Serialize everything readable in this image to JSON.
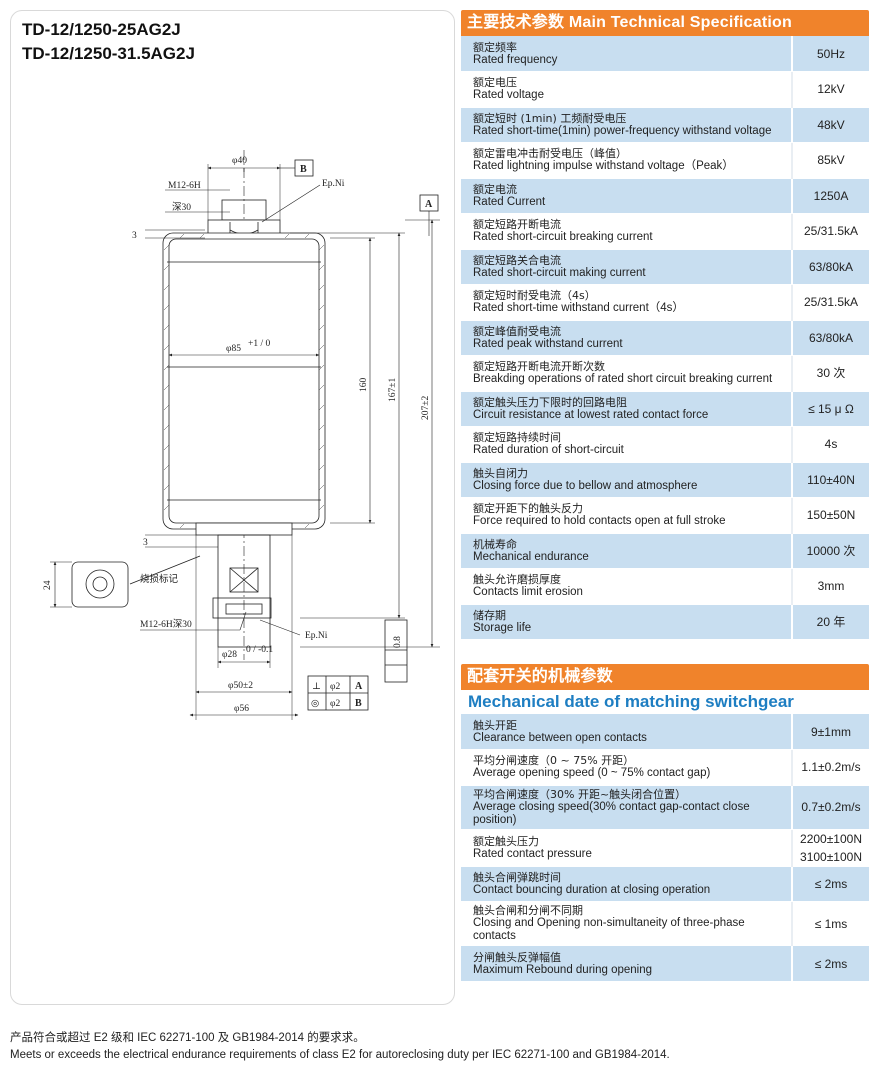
{
  "model_titles": [
    "TD-12/1250-25AG2J",
    "TD-12/1250-31.5AG2J"
  ],
  "drawing_labels": {
    "top_diameter": "φ40",
    "datum_b": "B",
    "datum_a": "A",
    "ep_ni_top": "Ep.Ni",
    "thread_top": "M12-6H",
    "depth_top": "深30",
    "dim_3_top": "3",
    "body_diameter": "φ85",
    "body_tol": "+1 / 0",
    "height_160": "160",
    "height_167": "167±1",
    "height_207": "207±2",
    "dim_3_bottom": "3",
    "dim_24": "24",
    "wear_mark": "烧损标记",
    "thread_bottom": "M12-6H深30",
    "ep_ni_bottom": "Ep.Ni",
    "shaft_diameter": "φ28",
    "shaft_tol": "0 / -0.1",
    "flatness": "0.8",
    "d50": "φ50±2",
    "d56": "φ56",
    "perp_symbol": "⊥",
    "perp_value": "φ2",
    "perp_datum": "A",
    "coax_symbol": "◎",
    "coax_value": "φ2",
    "coax_datum": "B"
  },
  "main_spec": {
    "title": "主要技术参数 Main Technical Specification",
    "rows": [
      {
        "zh": "额定频率",
        "en": "Rated frequency",
        "value": "50Hz"
      },
      {
        "zh": "额定电压",
        "en": "Rated voltage",
        "value": "12kV"
      },
      {
        "zh": "额定短时 (1min) 工频耐受电压",
        "en": "Rated short-time(1min) power-frequency withstand voltage",
        "value": "48kV"
      },
      {
        "zh": "额定雷电冲击耐受电压（峰值）",
        "en": "Rated lightning impulse withstand voltage（Peak）",
        "value": "85kV"
      },
      {
        "zh": "额定电流",
        "en": "Rated Current",
        "value": "1250A"
      },
      {
        "zh": "额定短路开断电流",
        "en": "Rated short-circuit breaking current",
        "value": "25/31.5kA"
      },
      {
        "zh": "额定短路关合电流",
        "en": "Rated short-circuit making current",
        "value": "63/80kA"
      },
      {
        "zh": "额定短时耐受电流（4s）",
        "en": "Rated short-time withstand current（4s）",
        "value": "25/31.5kA"
      },
      {
        "zh": "额定峰值耐受电流",
        "en": "Rated peak withstand current",
        "value": "63/80kA"
      },
      {
        "zh": "额定短路开断电流开断次数",
        "en": "Breakding operations of rated short circuit breaking current",
        "value": "30 次"
      },
      {
        "zh": "额定触头压力下限时的回路电阻",
        "en": "Circuit resistance at lowest rated contact force",
        "value": "≤ 15 μ Ω"
      },
      {
        "zh": "额定短路持续时间",
        "en": "Rated duration of short-circuit",
        "value": "4s"
      },
      {
        "zh": "触头自闭力",
        "en": "Closing force due to bellow and atmosphere",
        "value": "110±40N"
      },
      {
        "zh": "额定开距下的触头反力",
        "en": "Force required to hold contacts open at full stroke",
        "value": "150±50N"
      },
      {
        "zh": "机械寿命",
        "en": "Mechanical endurance",
        "value": "10000 次"
      },
      {
        "zh": "触头允许磨损厚度",
        "en": "Contacts limit erosion",
        "value": "3mm"
      },
      {
        "zh": "储存期",
        "en": "Storage life",
        "value": "20 年"
      }
    ]
  },
  "mech_spec": {
    "title": "配套开关的机械参数",
    "subtitle": "Mechanical date of matching switchgear",
    "rows": [
      {
        "zh": "触头开距",
        "en": "Clearance between open contacts",
        "value": "9±1mm"
      },
      {
        "zh": "平均分闸速度（0 ~ 75% 开距）",
        "en": "Average opening speed (0 ~ 75% contact gap)",
        "value": "1.1±0.2m/s"
      },
      {
        "zh": "平均合闸速度（30% 开距~触头闭合位置）",
        "en": "Average closing speed(30% contact gap-contact close position)",
        "value": "0.7±0.2m/s"
      },
      {
        "zh": "额定触头压力",
        "en": "Rated contact pressure",
        "value": "2200±100N",
        "value2": "3100±100N"
      },
      {
        "zh": "触头合闸弹跳时间",
        "en": "Contact bouncing duration at closing operation",
        "value": "≤ 2ms"
      },
      {
        "zh": "触头合闸和分闸不同期",
        "en": "Closing and Opening non-simultaneity of three-phase contacts",
        "value": "≤ 1ms"
      },
      {
        "zh": "分闸触头反弹幅值",
        "en": "Maximum Rebound during opening",
        "value": "≤ 2ms"
      }
    ]
  },
  "footnote": {
    "zh": "产品符合或超过 E2 级和 IEC 62271-100 及 GB1984-2014 的要求求。",
    "en": "Meets or exceeds the electrical endurance requirements of class E2 for autoreclosing duty per IEC 62271-100 and GB1984-2014."
  },
  "colors": {
    "header_orange": "#f0832b",
    "row_blue": "#c8def0",
    "subtitle_blue": "#1e7ec2"
  }
}
